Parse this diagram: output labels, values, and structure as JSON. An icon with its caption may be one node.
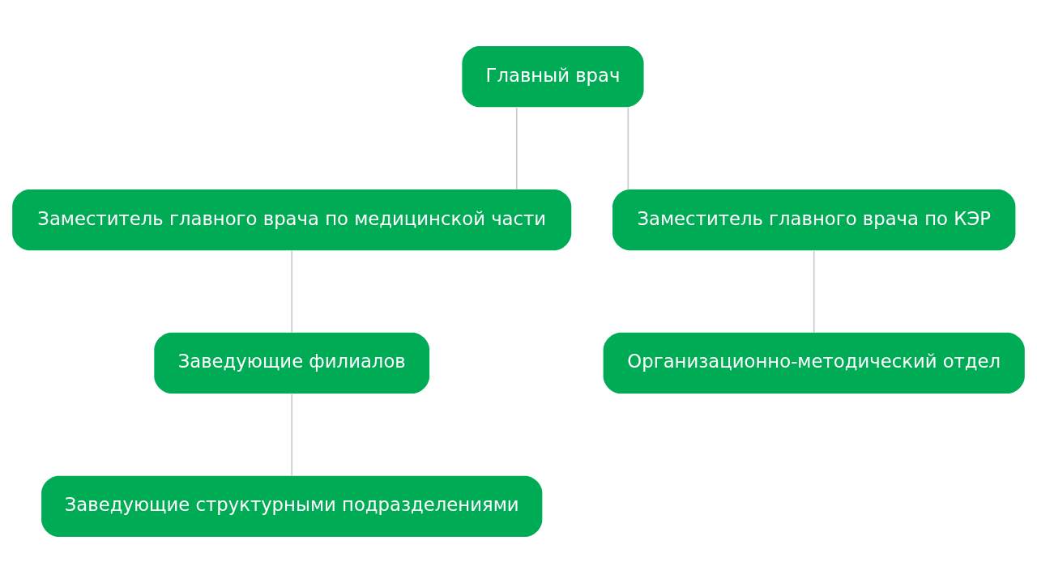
{
  "diagram": {
    "nodes": [
      {
        "text": [
          "Главный врач"
        ]
      },
      {
        "text": [
          "Заместитель главного врача по медицинской части"
        ]
      },
      {
        "text": [
          "Заместитель главного врача по КЭР"
        ]
      },
      {
        "text": [
          "Заведующие филиалов"
        ]
      },
      {
        "text": [
          "Заведующие структурными подразделениями"
        ]
      },
      {
        "text": [
          "Организационно-методический отдел"
        ]
      }
    ],
    "edges": [
      {
        "from": 0,
        "to": 1,
        "arrow": "none"
      },
      {
        "from": 0,
        "to": 2,
        "arrow": "none"
      },
      {
        "from": 1,
        "to": 3,
        "arrow": "none"
      },
      {
        "from": 3,
        "to": 4,
        "arrow": "none"
      },
      {
        "from": 2,
        "to": 5,
        "arrow": "none"
      }
    ]
  }
}
